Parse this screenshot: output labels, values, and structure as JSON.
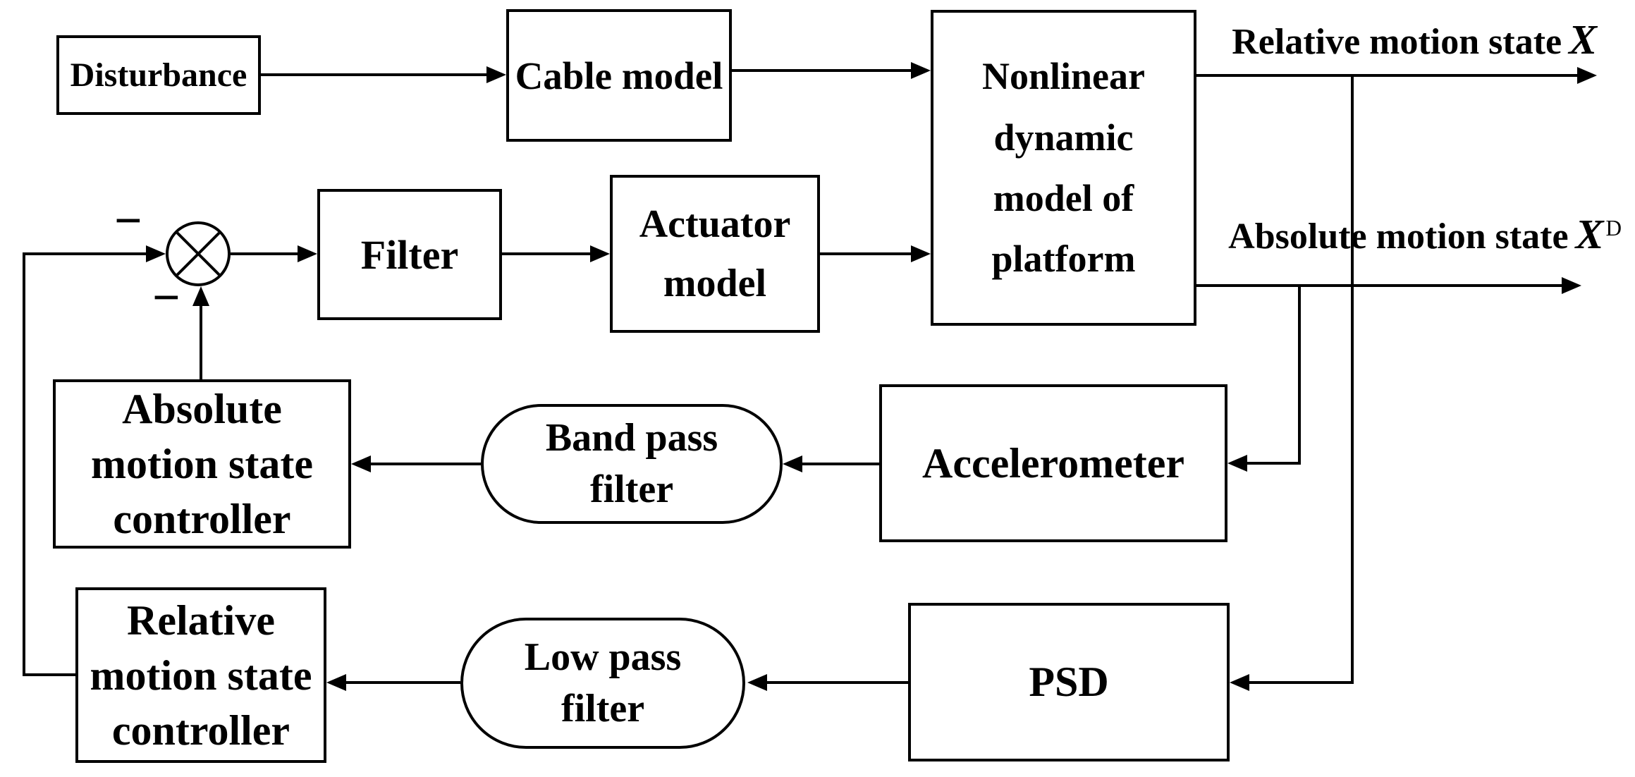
{
  "canvas": {
    "background_color": "#ffffff",
    "stroke_color": "#000000"
  },
  "blocks": {
    "disturbance": {
      "label": "Disturbance",
      "shape": "rect"
    },
    "cable_model": {
      "label": "Cable model",
      "shape": "rect"
    },
    "nonlinear_model": {
      "label": "Nonlinear\ndynamic\nmodel of\nplatform",
      "shape": "rect"
    },
    "filter": {
      "label": "Filter",
      "shape": "rect"
    },
    "actuator_model": {
      "label": "Actuator\nmodel",
      "shape": "rect"
    },
    "absolute_controller": {
      "label": "Absolute\nmotion state\ncontroller",
      "shape": "rect"
    },
    "band_pass_filter": {
      "label": "Band pass\nfilter",
      "shape": "stadium"
    },
    "accelerometer": {
      "label": "Accelerometer",
      "shape": "rect"
    },
    "relative_controller": {
      "label": "Relative\nmotion state\ncontroller",
      "shape": "rect"
    },
    "low_pass_filter": {
      "label": "Low pass\nfilter",
      "shape": "stadium"
    },
    "psd": {
      "label": "PSD",
      "shape": "rect"
    }
  },
  "outputs": {
    "relative": {
      "text": "Relative motion state",
      "symbol": "X"
    },
    "absolute": {
      "text": "Absolute motion state",
      "symbol": "X",
      "superscript": "D"
    }
  },
  "sum_junction": {
    "type": "circle-cross-comparator",
    "sign_top_left": "−",
    "sign_bottom_left": "−"
  }
}
